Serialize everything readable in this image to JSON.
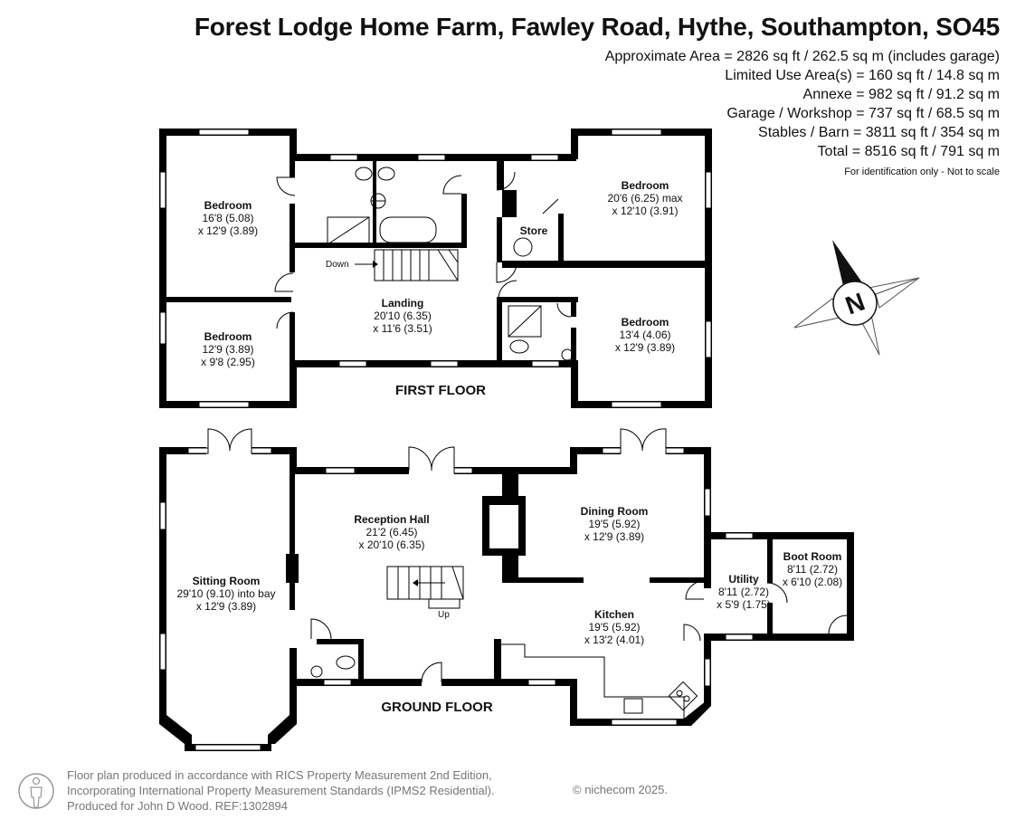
{
  "header": {
    "title": "Forest Lodge Home Farm, Fawley Road, Hythe, Southampton, SO45",
    "areas": [
      "Approximate Area = 2826 sq ft / 262.5 sq m (includes garage)",
      "Limited Use Area(s) = 160 sq ft / 14.8 sq m",
      "Annexe = 982 sq ft / 91.2 sq m",
      "Garage / Workshop = 737 sq ft / 68.5 sq m",
      "Stables / Barn = 3811 sq ft / 354 sq m",
      "Total = 8516 sq ft / 791 sq m"
    ],
    "note": "For identification only - Not to scale"
  },
  "compass": {
    "letter": "N"
  },
  "first_floor": {
    "label": "FIRST FLOOR",
    "rooms": {
      "bedroom1": {
        "name": "Bedroom",
        "dim1": "16'8 (5.08)",
        "dim2": "x 12'9 (3.89)"
      },
      "bedroom2": {
        "name": "Bedroom",
        "dim1": "12'9 (3.89)",
        "dim2": "x 9'8 (2.95)"
      },
      "landing": {
        "name": "Landing",
        "dim1": "20'10 (6.35)",
        "dim2": "x 11'6 (3.51)"
      },
      "bedroom3": {
        "name": "Bedroom",
        "dim1": "20'6 (6.25) max",
        "dim2": "x 12'10 (3.91)"
      },
      "store": {
        "name": "Store"
      },
      "bedroom4": {
        "name": "Bedroom",
        "dim1": "13'4 (4.06)",
        "dim2": "x 12'9 (3.89)"
      }
    },
    "stairs_label": "Down"
  },
  "ground_floor": {
    "label": "GROUND FLOOR",
    "rooms": {
      "sitting": {
        "name": "Sitting Room",
        "dim1": "29'10 (9.10) into bay",
        "dim2": "x 12'9 (3.89)"
      },
      "reception": {
        "name": "Reception Hall",
        "dim1": "21'2 (6.45)",
        "dim2": "x 20'10 (6.35)"
      },
      "dining": {
        "name": "Dining Room",
        "dim1": "19'5 (5.92)",
        "dim2": "x 12'9 (3.89)"
      },
      "kitchen": {
        "name": "Kitchen",
        "dim1": "19'5 (5.92)",
        "dim2": "x 13'2 (4.01)"
      },
      "utility": {
        "name": "Utility",
        "dim1": "8'11 (2.72)",
        "dim2": "x 5'9 (1.75)"
      },
      "boot": {
        "name": "Boot Room",
        "dim1": "8'11 (2.72)",
        "dim2": "x 6'10 (2.08)"
      }
    },
    "stairs_label": "Up"
  },
  "footer": {
    "line1": "Floor plan produced in accordance with RICS Property Measurement 2nd Edition,",
    "line2": "Incorporating International Property Measurement Standards (IPMS2 Residential).",
    "line3": "Produced for John D Wood.    REF:1302894",
    "brand": "© nichecom 2025."
  }
}
